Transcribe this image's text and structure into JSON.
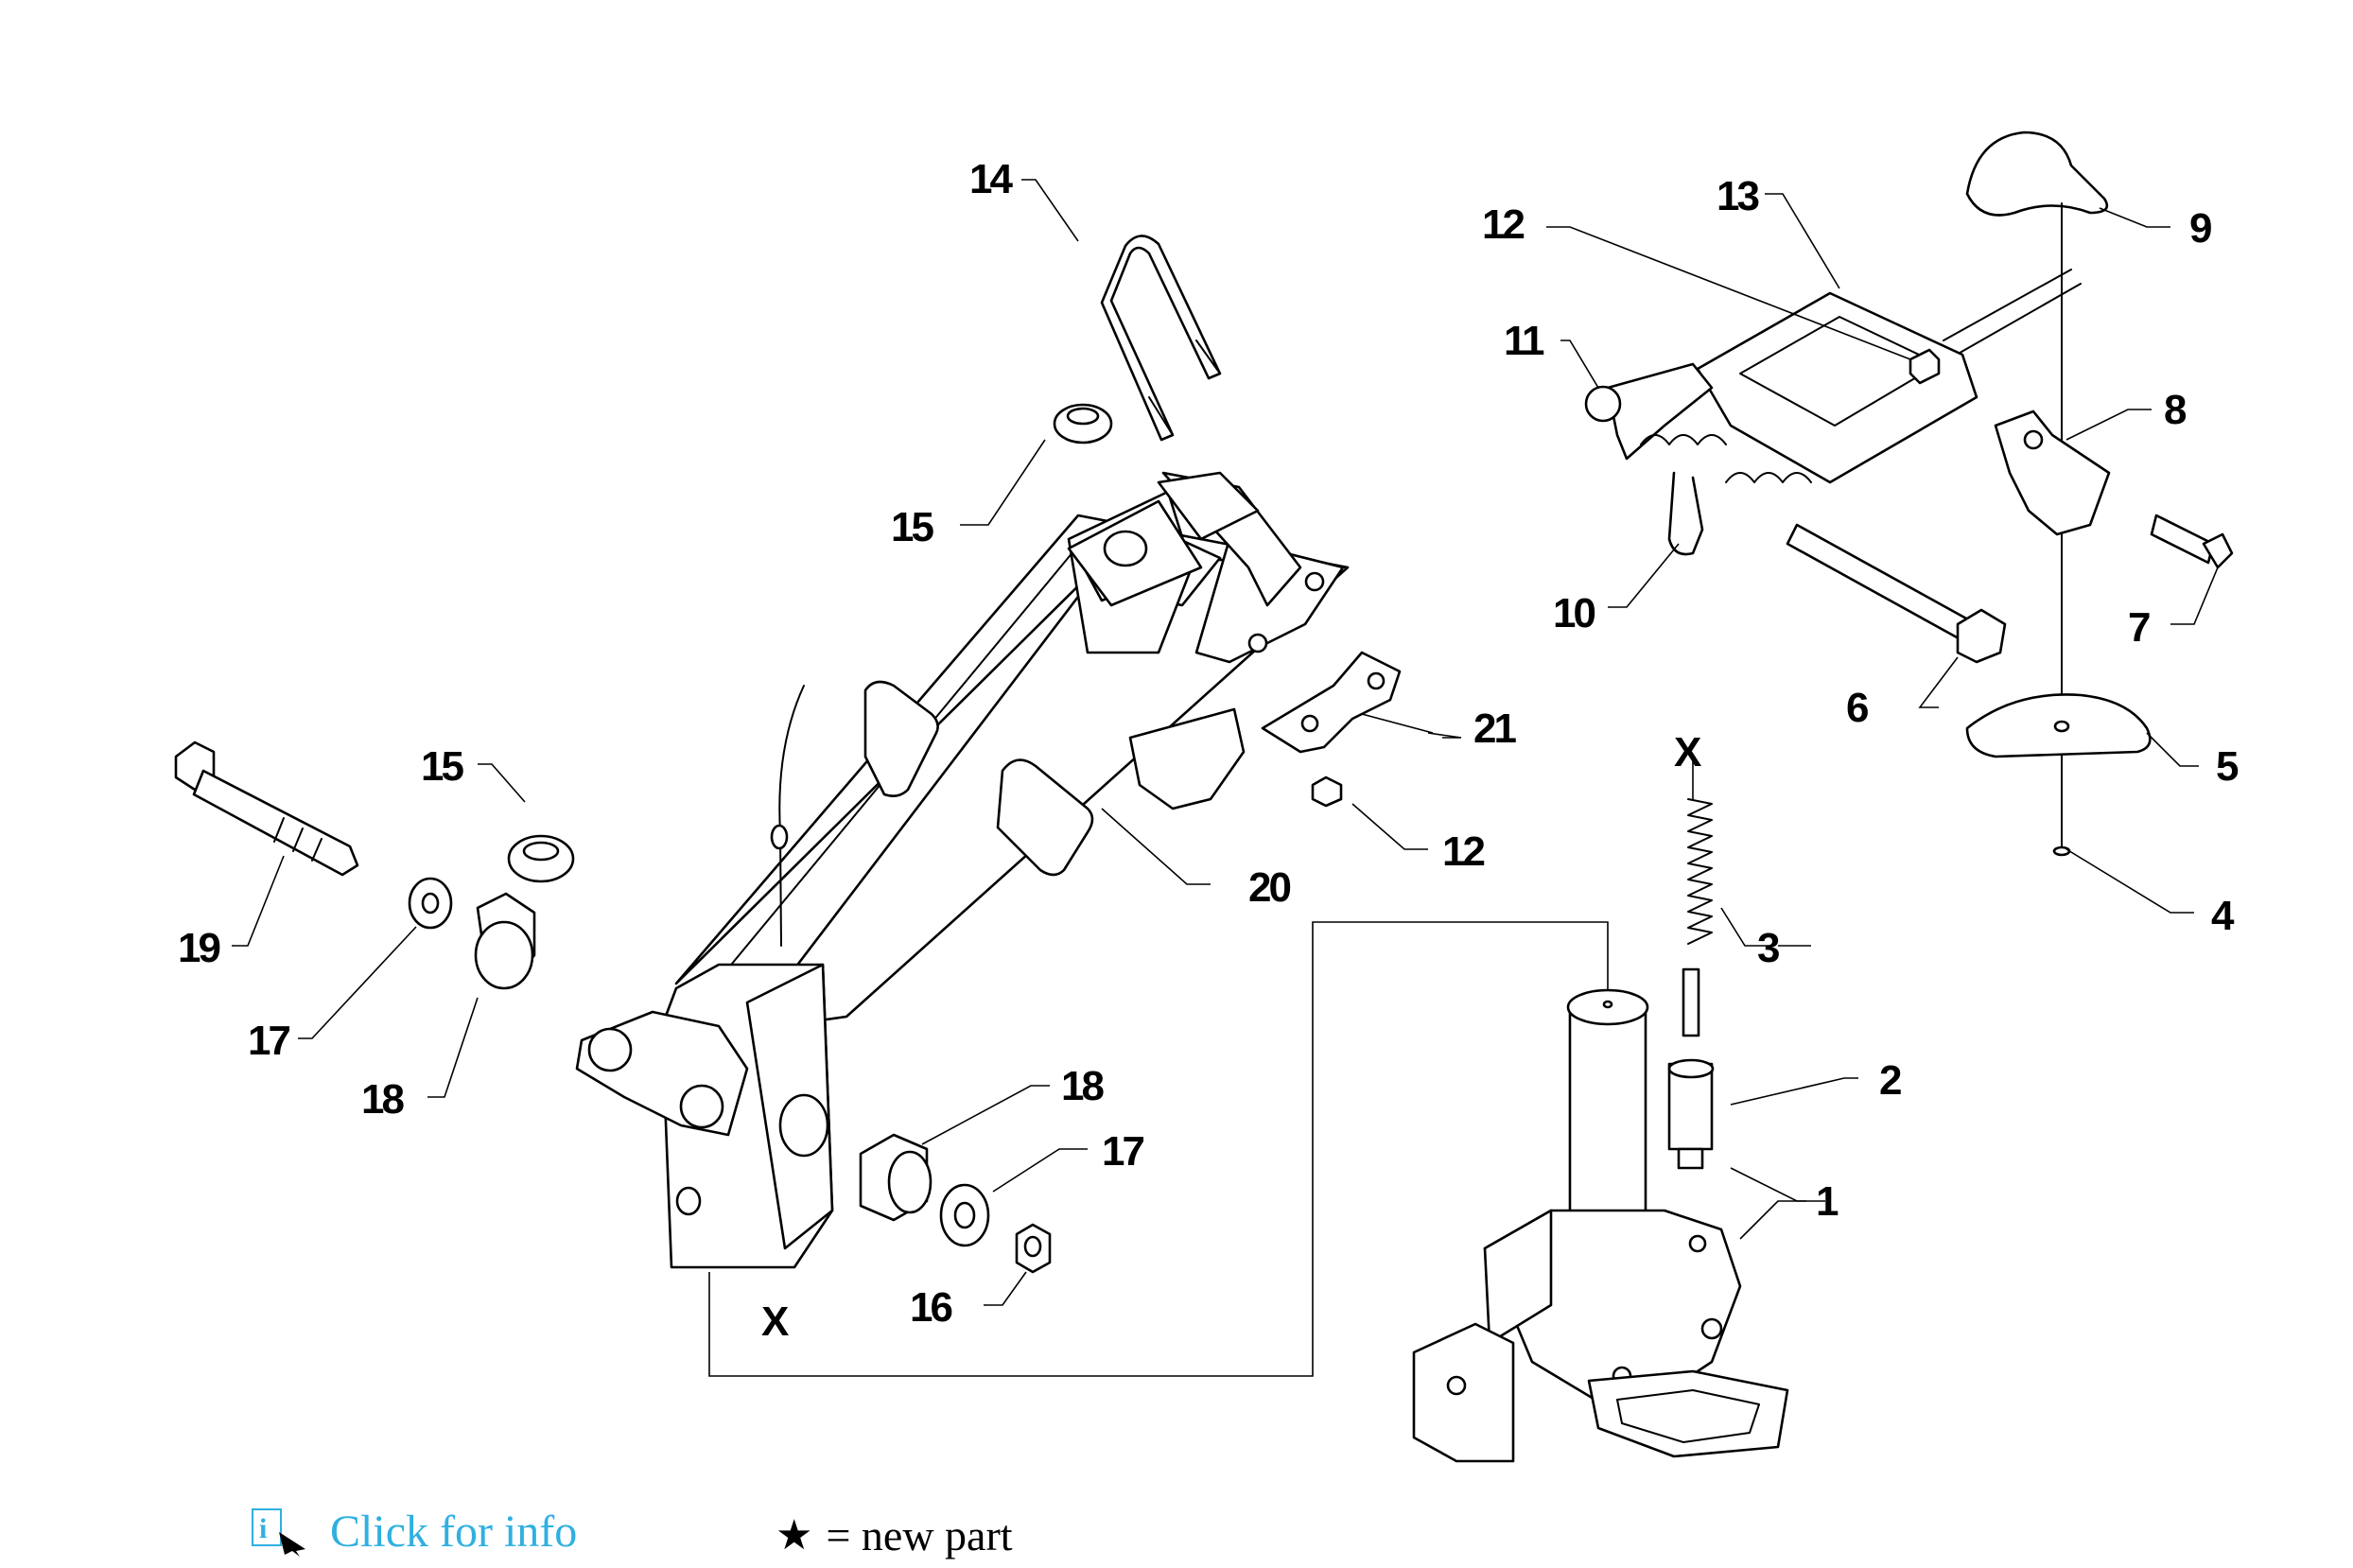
{
  "diagram": {
    "callouts": [
      {
        "id": "c1",
        "label": "1"
      },
      {
        "id": "c2",
        "label": "2"
      },
      {
        "id": "c3",
        "label": "3"
      },
      {
        "id": "c4",
        "label": "4"
      },
      {
        "id": "c5",
        "label": "5"
      },
      {
        "id": "c6",
        "label": "6"
      },
      {
        "id": "c7",
        "label": "7"
      },
      {
        "id": "c8",
        "label": "8"
      },
      {
        "id": "c9",
        "label": "9"
      },
      {
        "id": "c10",
        "label": "10"
      },
      {
        "id": "c11",
        "label": "11"
      },
      {
        "id": "c12a",
        "label": "12"
      },
      {
        "id": "c12b",
        "label": "12"
      },
      {
        "id": "c13",
        "label": "13"
      },
      {
        "id": "c14",
        "label": "14"
      },
      {
        "id": "c15a",
        "label": "15"
      },
      {
        "id": "c15b",
        "label": "15"
      },
      {
        "id": "c16",
        "label": "16"
      },
      {
        "id": "c17a",
        "label": "17"
      },
      {
        "id": "c17b",
        "label": "17"
      },
      {
        "id": "c18a",
        "label": "18"
      },
      {
        "id": "c18b",
        "label": "18"
      },
      {
        "id": "c19",
        "label": "19"
      },
      {
        "id": "c20",
        "label": "20"
      },
      {
        "id": "c21",
        "label": "21"
      },
      {
        "id": "cXa",
        "label": "X"
      },
      {
        "id": "cXb",
        "label": "X"
      }
    ]
  },
  "footer": {
    "info_link": "Click for info",
    "info_icon": "info-pointer-icon",
    "info_color": "#2fb0e0",
    "legend_star": "★",
    "legend_text": "= new part"
  }
}
